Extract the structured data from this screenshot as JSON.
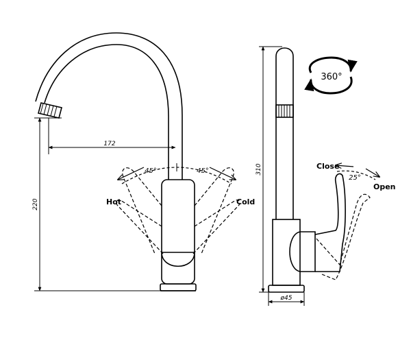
{
  "front_view": {
    "dim_spout_reach": "172",
    "dim_height": "220",
    "angle_left": "45°",
    "angle_right": "45°",
    "label_hot": "Hot",
    "label_cold": "Cold"
  },
  "side_view": {
    "dim_total_height": "310",
    "dim_base_diameter": "ø45",
    "rotation_label": "360°",
    "label_close": "Close",
    "label_open": "Open",
    "angle_lever": "25°"
  }
}
